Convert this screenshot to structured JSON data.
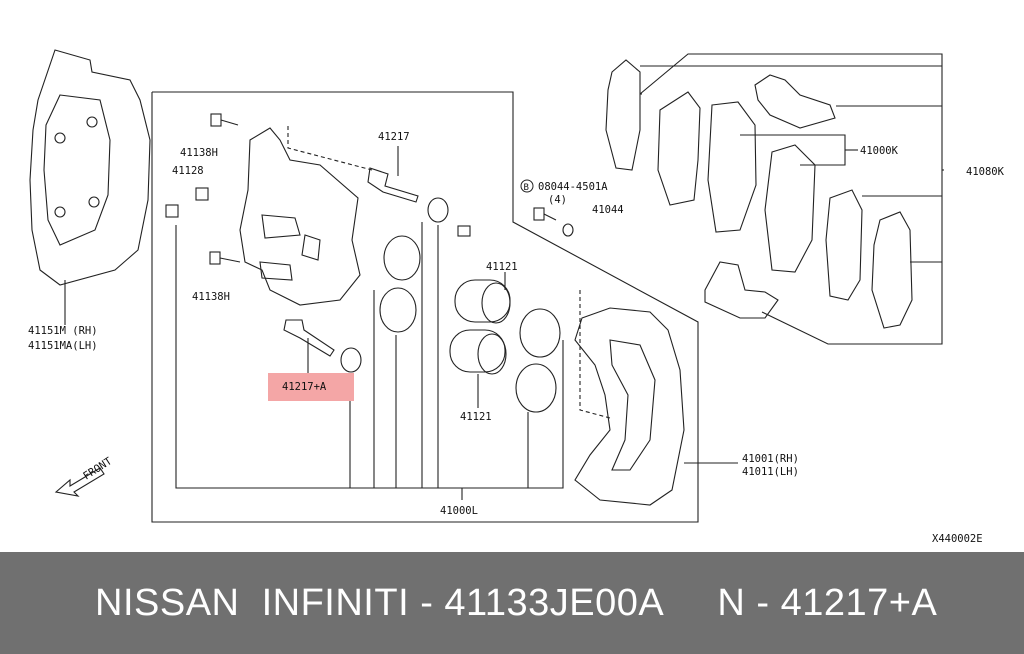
{
  "diagram": {
    "labels": {
      "part_41151m": "41151M (RH)",
      "part_41151ma": "41151MA(LH)",
      "part_41138h_top": "41138H",
      "part_41128": "41128",
      "part_41138h_bottom": "41138H",
      "part_41217": "41217",
      "part_41217a": "41217+A",
      "part_08044_circle": "B",
      "part_08044": "08044-4501A",
      "part_08044_qty": "(4)",
      "part_41044": "41044",
      "part_41121_top": "41121",
      "part_41121_bottom": "41121",
      "part_41000l": "41000L",
      "part_41001": "41001(RH)",
      "part_41011": "41011(LH)",
      "part_41000k": "41000K",
      "part_41080k": "41080K",
      "front": "FRONT",
      "diagram_code": "X440002E"
    },
    "highlight_color": "#f4a6a6"
  },
  "footer": {
    "text": "NISSAN  INFINITI - 41133JE00A     N - 41217+A"
  }
}
